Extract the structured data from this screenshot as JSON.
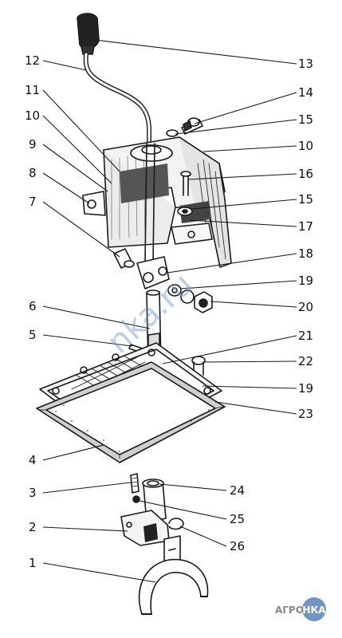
{
  "diagram": {
    "callouts": [
      "1",
      "2",
      "3",
      "4",
      "5",
      "6",
      "7",
      "8",
      "9",
      "10",
      "11",
      "12",
      "13",
      "14",
      "15",
      "16",
      "17",
      "18",
      "19",
      "20",
      "21",
      "22",
      "23",
      "24",
      "25",
      "26"
    ]
  },
  "watermark": {
    "logo_left": "АГРО",
    "logo_badge": "НКА",
    "site_text": "nka.ru",
    "color": "#6f96c4"
  }
}
